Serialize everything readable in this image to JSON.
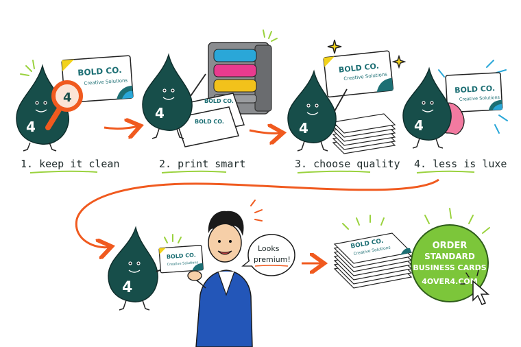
{
  "brand": {
    "drop_color": "#174e4a",
    "accent_orange": "#f05a1f",
    "accent_green": "#7cc63a",
    "card_teal": "#1d6f74",
    "card_blue": "#2aa7d8",
    "card_yellow": "#f2d21b"
  },
  "card": {
    "company": "BOLD CO.",
    "tagline": "Creative Solutions"
  },
  "mascot": {
    "number": "4"
  },
  "steps": [
    {
      "label": "1. keep it clean"
    },
    {
      "label": "2. print smart"
    },
    {
      "label": "3. choose quality"
    },
    {
      "label": "4. less is luxe"
    }
  ],
  "speech_bubble": {
    "line1": "Looks",
    "line2": "premium!"
  },
  "cta": {
    "line1": "ORDER",
    "line2": "STANDARD",
    "line3": "BUSINESS CARDS",
    "url": "4OVER4.COM"
  }
}
